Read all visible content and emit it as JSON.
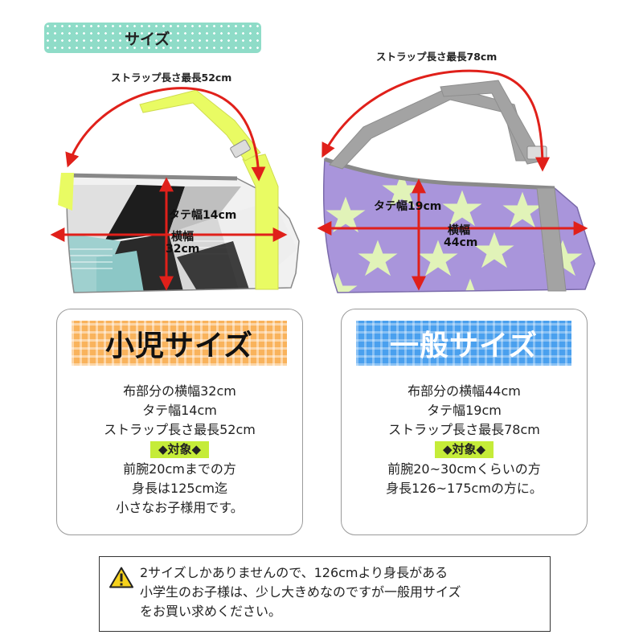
{
  "header": {
    "size_title": "サイズ"
  },
  "small": {
    "strap_label": "ストラップ長さ最長52cm",
    "height_label": "タテ幅14cm",
    "width_label_line1": "横幅",
    "width_label_line2": "32cm",
    "banner": "小児サイズ",
    "line1": "布部分の横幅32cm",
    "line2": "タテ幅14cm",
    "line3": "ストラップ長さ最長52cm",
    "target": "◆対象◆",
    "line4": "前腕20cmまでの方",
    "line5": "身長は125cm迄",
    "line6": "小さなお子様用です。"
  },
  "general": {
    "strap_label": "ストラップ長さ最長78cm",
    "height_label": "タテ幅19cm",
    "width_label_line1": "横幅",
    "width_label_line2": "44cm",
    "banner": "一般サイズ",
    "line1": "布部分の横幅44cm",
    "line2": "タテ幅19cm",
    "line3": "ストラップ長さ最長78cm",
    "target": "◆対象◆",
    "line4": "前腕20~30cmくらいの方",
    "line5": "身長126~175cmの方に。"
  },
  "warning": {
    "icon": "warning-triangle-icon",
    "line1": "2サイズしかありませんので、126cmより身長がある",
    "line2": "小学生のお子様は、少し大きめなのですが一般用サイズ",
    "line3": "をお買い求めください。"
  },
  "colors": {
    "measure_red": "#e0201a",
    "strap_yellow": "#e9fb63",
    "strap_gray": "#a3a3a3",
    "target_green": "#c5ec39"
  }
}
